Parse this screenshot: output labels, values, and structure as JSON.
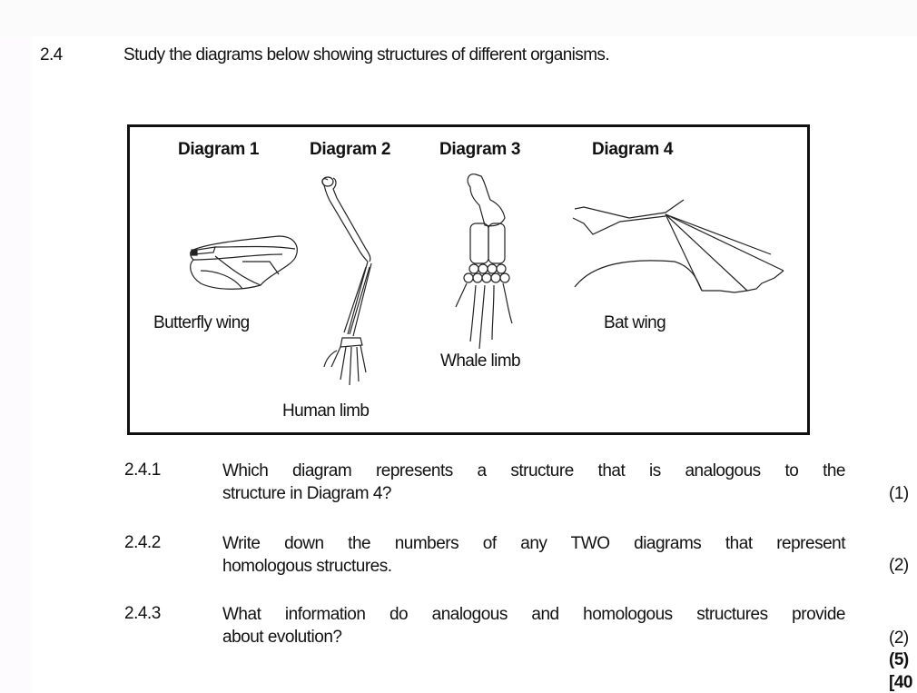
{
  "question": {
    "number": "2.4",
    "instruction": "Study the diagrams below showing structures of different organisms."
  },
  "figure": {
    "diagrams": [
      {
        "title": "Diagram 1",
        "caption": "Butterfly wing",
        "icon": "butterfly-wing-icon"
      },
      {
        "title": "Diagram 2",
        "caption": "Human limb",
        "icon": "human-arm-skeleton-icon"
      },
      {
        "title": "Diagram 3",
        "caption": "Whale limb",
        "icon": "whale-flipper-skeleton-icon"
      },
      {
        "title": "Diagram 4",
        "caption": "Bat wing",
        "icon": "bat-wing-icon"
      }
    ]
  },
  "subquestions": [
    {
      "number": "2.4.1",
      "line1": "Which diagram represents a structure that is analogous to the",
      "line2": "structure in Diagram 4?",
      "marks": "(1)"
    },
    {
      "number": "2.4.2",
      "line1": "Write down the numbers of any TWO diagrams that represent",
      "line2": "homologous structures.",
      "marks": "(2)"
    },
    {
      "number": "2.4.3",
      "line1": "What information do analogous and homologous structures provide",
      "line2": "about evolution?",
      "marks": "(2)"
    }
  ],
  "totals": {
    "subtotal": "(5)",
    "section_total": "[40"
  }
}
